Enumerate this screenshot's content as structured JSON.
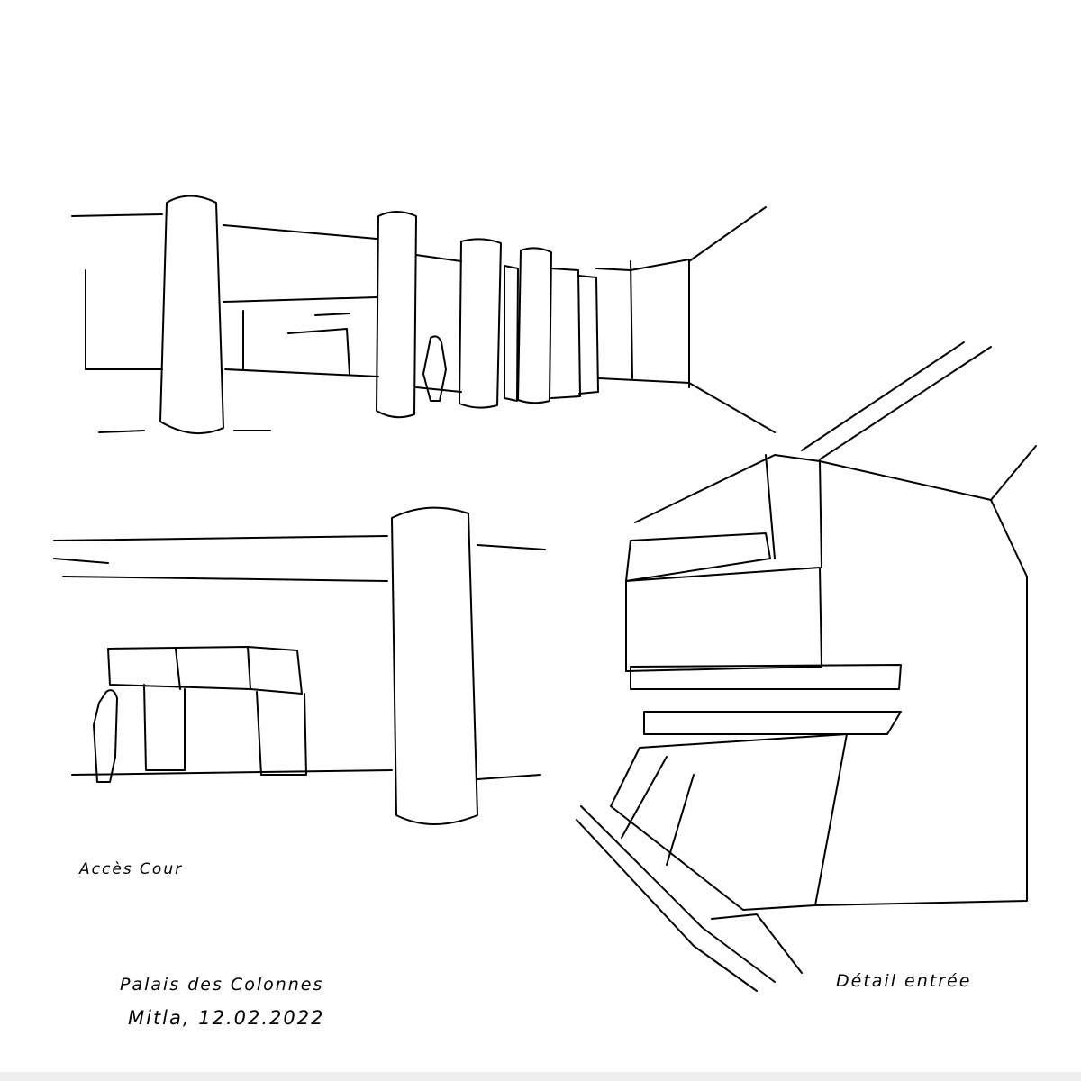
{
  "sketch_labels": {
    "upper_left_caption": "Accès Cour",
    "title": "Palais des Colonnes",
    "place_date": "Mitla, 12.02.2022",
    "right_caption": "Détail entrée"
  },
  "colors": {
    "ink": "#000000",
    "paper": "#ffffff"
  }
}
